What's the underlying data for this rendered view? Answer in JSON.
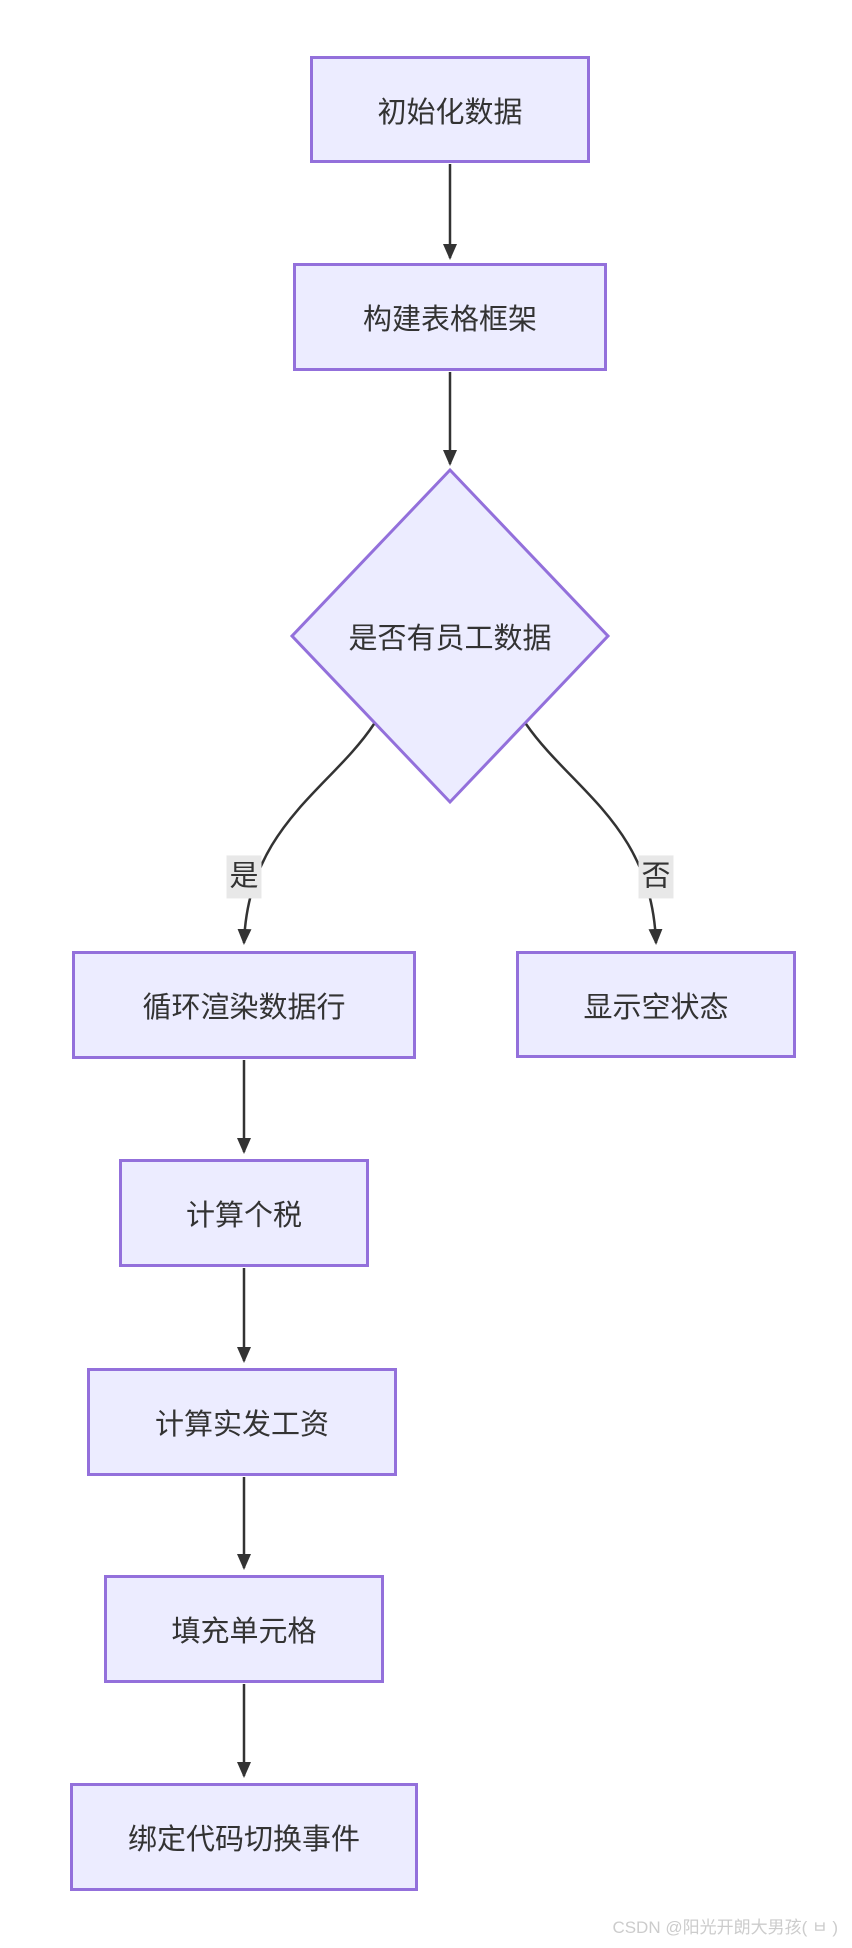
{
  "diagram": {
    "type": "flowchart",
    "direction": "top-to-bottom",
    "nodes": [
      {
        "id": "init",
        "label": "初始化数据",
        "shape": "rect"
      },
      {
        "id": "build",
        "label": "构建表格框架",
        "shape": "rect"
      },
      {
        "id": "hasData",
        "label": "是否有员工数据",
        "shape": "diamond"
      },
      {
        "id": "renderRows",
        "label": "循环渲染数据行",
        "shape": "rect"
      },
      {
        "id": "emptyState",
        "label": "显示空状态",
        "shape": "rect"
      },
      {
        "id": "calcTax",
        "label": "计算个税",
        "shape": "rect"
      },
      {
        "id": "calcNet",
        "label": "计算实发工资",
        "shape": "rect"
      },
      {
        "id": "fillCells",
        "label": "填充单元格",
        "shape": "rect"
      },
      {
        "id": "bindEvents",
        "label": "绑定代码切换事件",
        "shape": "rect"
      }
    ],
    "edges": [
      {
        "from": "init",
        "to": "build",
        "label": ""
      },
      {
        "from": "build",
        "to": "hasData",
        "label": ""
      },
      {
        "from": "hasData",
        "to": "renderRows",
        "label": "是"
      },
      {
        "from": "hasData",
        "to": "emptyState",
        "label": "否"
      },
      {
        "from": "renderRows",
        "to": "calcTax",
        "label": ""
      },
      {
        "from": "calcTax",
        "to": "calcNet",
        "label": ""
      },
      {
        "from": "calcNet",
        "to": "fillCells",
        "label": ""
      },
      {
        "from": "fillCells",
        "to": "bindEvents",
        "label": ""
      }
    ],
    "colors": {
      "node_fill": "#ECECFF",
      "node_border": "#9370DB",
      "edge": "#333333",
      "edge_label_bg": "#e8e8e8",
      "text": "#333333"
    }
  },
  "watermark": {
    "text": "CSDN @阳光开朗大男孩( ㅂ )",
    "color": "#cccccc"
  }
}
